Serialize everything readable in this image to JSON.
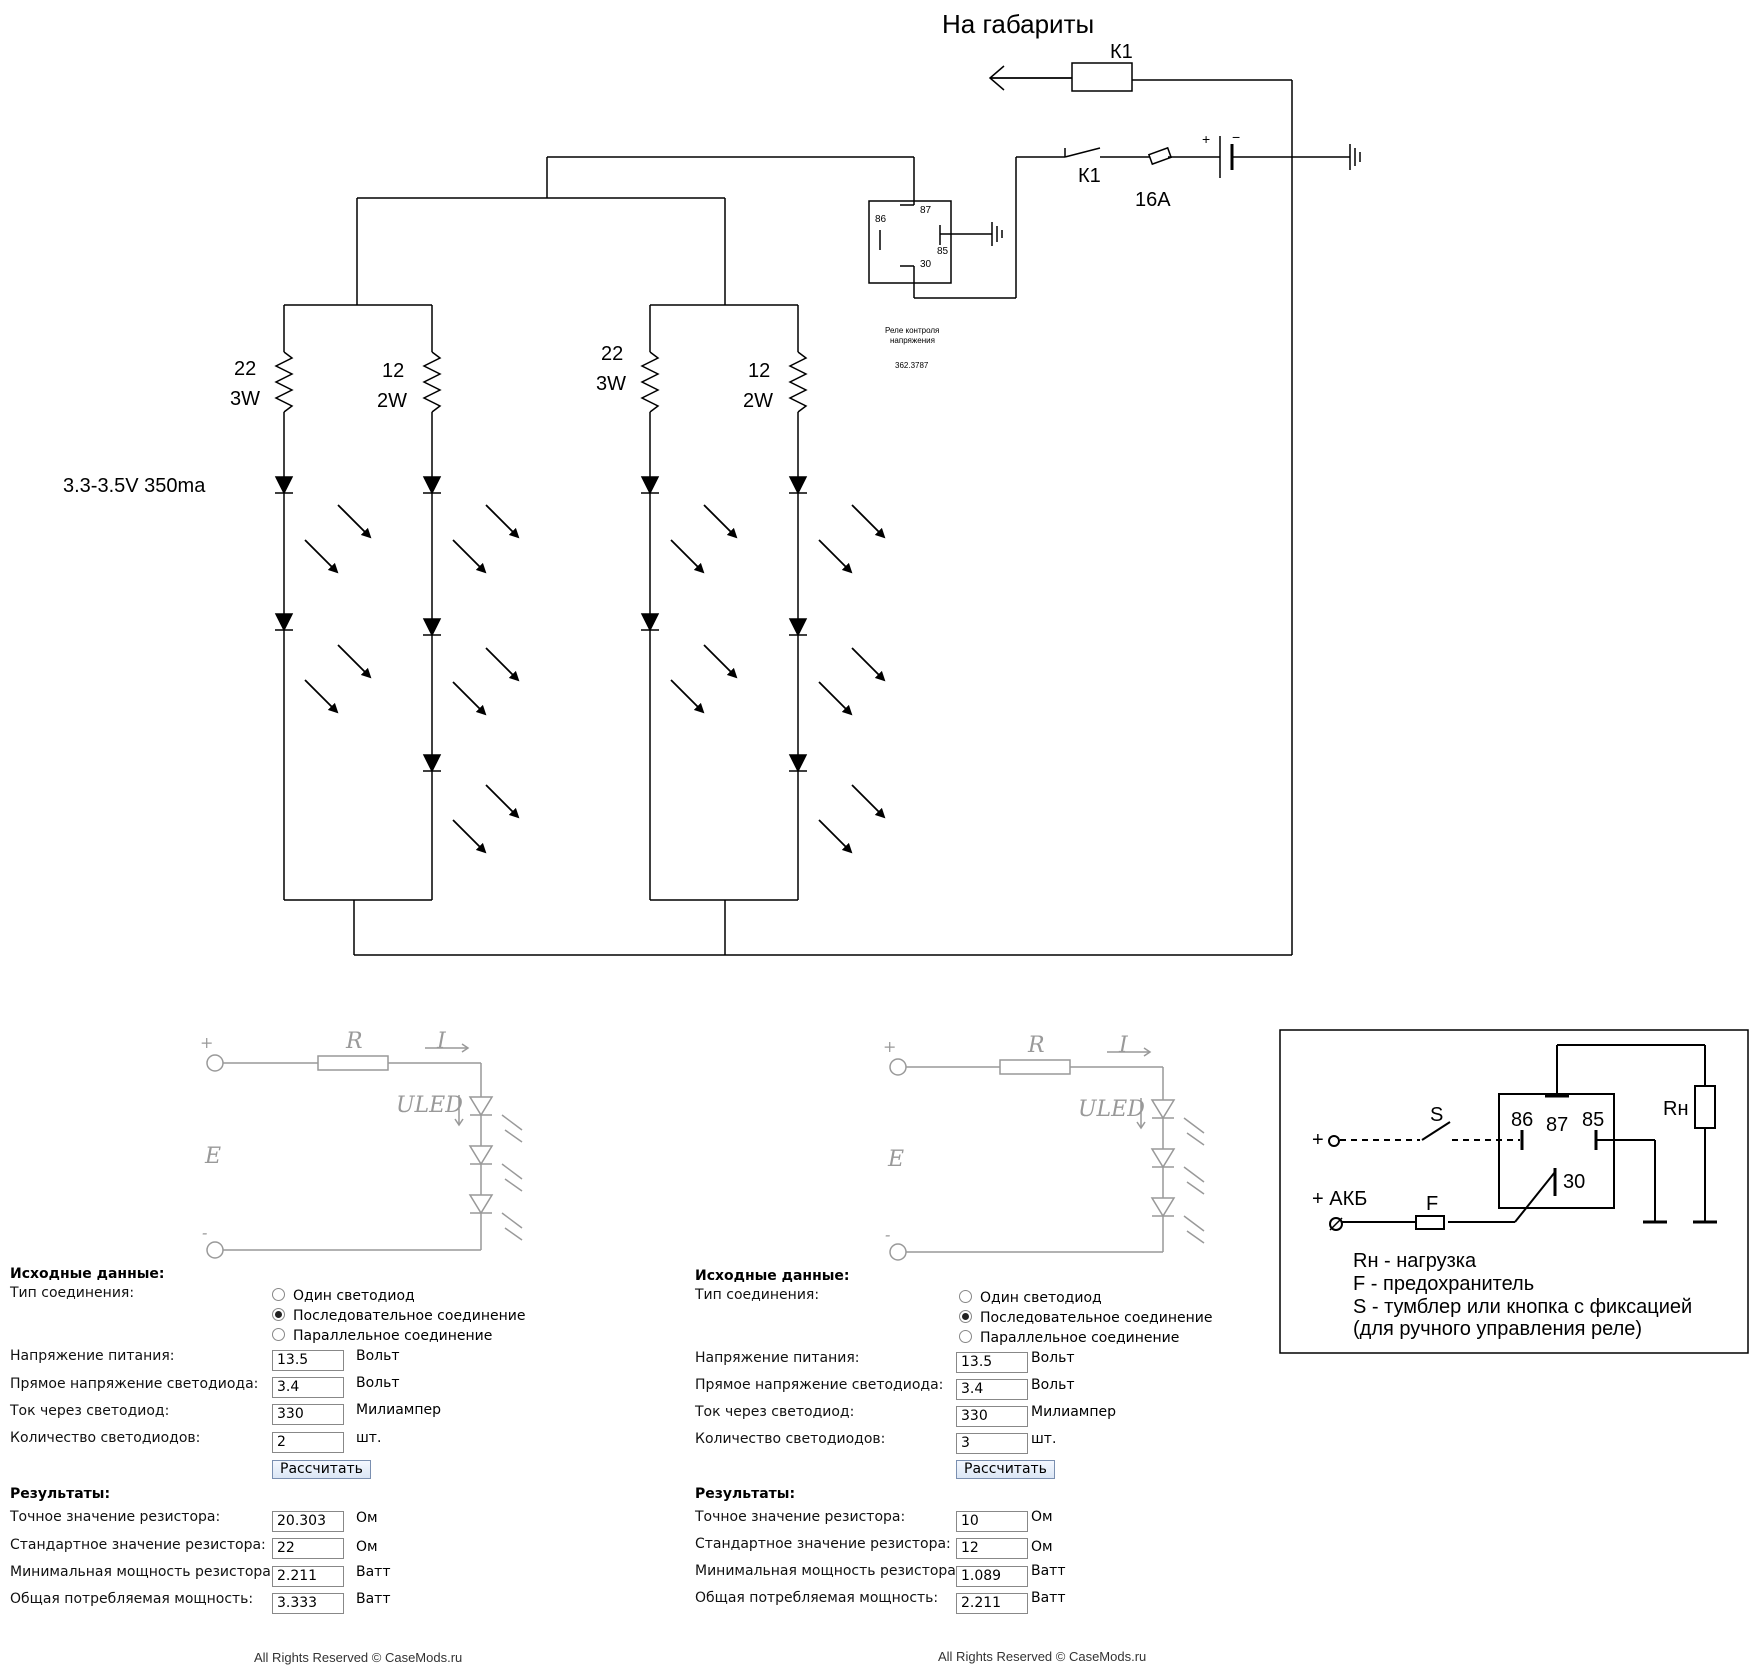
{
  "main_circuit": {
    "title": "На габариты",
    "k1_resistor_label": "К1",
    "k1_switch_label": "К1",
    "fuse_label": "16А",
    "battery_plus": "+",
    "battery_minus": "−",
    "relay_pins": {
      "p86": "86",
      "p87": "87",
      "p85": "85",
      "p30": "30"
    },
    "relay_caption_line1": "Реле контроля",
    "relay_caption_line2": "напряжения",
    "relay_caption_line3": "362.3787",
    "led_spec": "3.3-3.5V 350ma",
    "resistors": [
      {
        "value": "22",
        "power": "3W"
      },
      {
        "value": "12",
        "power": "2W"
      },
      {
        "value": "22",
        "power": "3W"
      },
      {
        "value": "12",
        "power": "2W"
      }
    ]
  },
  "led_schematic": {
    "plus": "+",
    "minus": "-",
    "R": "R",
    "I": "I",
    "ULED": "ULED",
    "E": "E"
  },
  "calculators": [
    {
      "input_header": "Исходные данные:",
      "connection_type_label": "Тип соединения:",
      "radio_options": [
        "Один светодиод",
        "Последовательное соединение",
        "Параллельное соединение"
      ],
      "selected_option": 1,
      "supply_voltage_label": "Напряжение питания:",
      "supply_voltage": "13.5",
      "supply_voltage_unit": "Вольт",
      "forward_voltage_label": "Прямое напряжение светодиода:",
      "forward_voltage": "3.4",
      "forward_voltage_unit": "Вольт",
      "current_label": "Ток через светодиод:",
      "current": "330",
      "current_unit": "Милиампер",
      "count_label": "Количество светодиодов:",
      "count": "2",
      "count_unit": "шт.",
      "calc_button": "Рассчитать",
      "results_header": "Результаты:",
      "exact_label": "Точное значение резистора:",
      "exact": "20.303",
      "exact_unit": "Ом",
      "standard_label": "Стандартное значение резистора:",
      "standard": "22",
      "standard_unit": "Ом",
      "min_power_label": "Минимальная мощность резистора:",
      "min_power": "2.211",
      "min_power_unit": "Ватт",
      "total_power_label": "Общая потребляемая мощность:",
      "total_power": "3.333",
      "total_power_unit": "Ватт",
      "footer": "All Rights Reserved © CaseMods.ru"
    },
    {
      "input_header": "Исходные данные:",
      "connection_type_label": "Тип соединения:",
      "radio_options": [
        "Один светодиод",
        "Последовательное соединение",
        "Параллельное соединение"
      ],
      "selected_option": 1,
      "supply_voltage_label": "Напряжение питания:",
      "supply_voltage": "13.5",
      "supply_voltage_unit": "Вольт",
      "forward_voltage_label": "Прямое напряжение светодиода:",
      "forward_voltage": "3.4",
      "forward_voltage_unit": "Вольт",
      "current_label": "Ток через светодиод:",
      "current": "330",
      "current_unit": "Милиампер",
      "count_label": "Количество светодиодов:",
      "count": "3",
      "count_unit": "шт.",
      "calc_button": "Рассчитать",
      "results_header": "Результаты:",
      "exact_label": "Точное значение резистора:",
      "exact": "10",
      "exact_unit": "Ом",
      "standard_label": "Стандартное значение резистора:",
      "standard": "12",
      "standard_unit": "Ом",
      "min_power_label": "Минимальная мощность резистора:",
      "min_power": "1.089",
      "min_power_unit": "Ватт",
      "total_power_label": "Общая потребляемая мощность:",
      "total_power": "2.211",
      "total_power_unit": "Ватт",
      "footer": "All Rights Reserved © CaseMods.ru"
    }
  ],
  "relay_box": {
    "pin86": "86",
    "pin87": "87",
    "pin85": "85",
    "pin30": "30",
    "switch_label": "S",
    "plus_label": "+",
    "battery_label": "+ АКБ",
    "fuse_label": "F",
    "load_label": "Rн",
    "legend_load": "Rн - нагрузка",
    "legend_fuse": "F - предохранитель",
    "legend_switch": "S - тумблер или кнопка с фиксацией",
    "legend_switch_note": "(для ручного управления реле)"
  }
}
